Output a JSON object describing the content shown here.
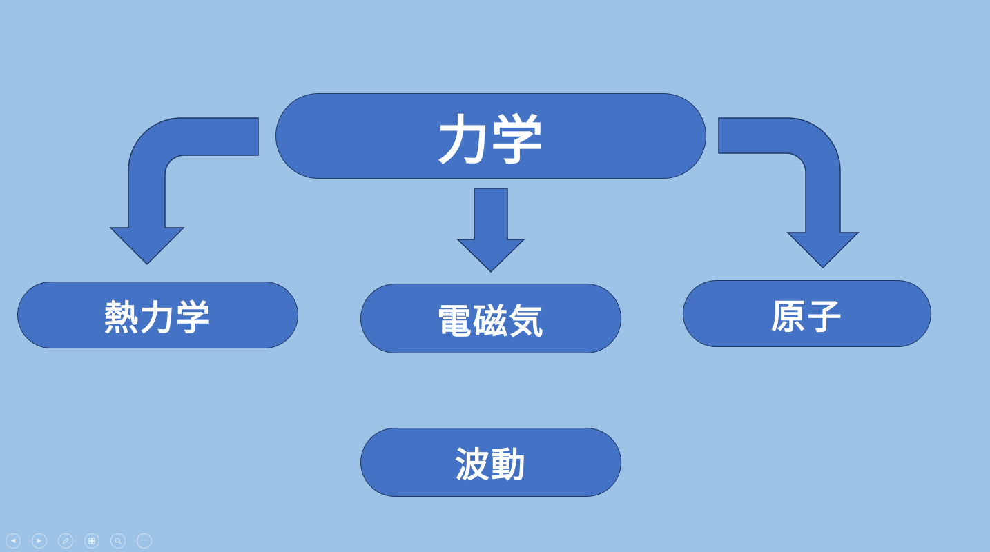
{
  "slide": {
    "background": "#9dc3e6",
    "node_fill": "#4472c4",
    "node_border": "#1f3864",
    "text_color": "#ffffff"
  },
  "nodes": {
    "mechanics": "力学",
    "thermodynamics": "熱力学",
    "electromagnetism": "電磁気",
    "atom": "原子",
    "wave": "波動"
  },
  "toolbar": {
    "buttons": [
      {
        "name": "previous-slide-button",
        "icon": "arrow-left-icon"
      },
      {
        "name": "next-slide-button",
        "icon": "arrow-right-icon"
      },
      {
        "name": "pen-tool-button",
        "icon": "pen-icon"
      },
      {
        "name": "see-all-slides-button",
        "icon": "grid-icon"
      },
      {
        "name": "zoom-button",
        "icon": "magnifier-icon"
      },
      {
        "name": "more-options-button",
        "icon": "ellipsis-icon"
      }
    ]
  }
}
